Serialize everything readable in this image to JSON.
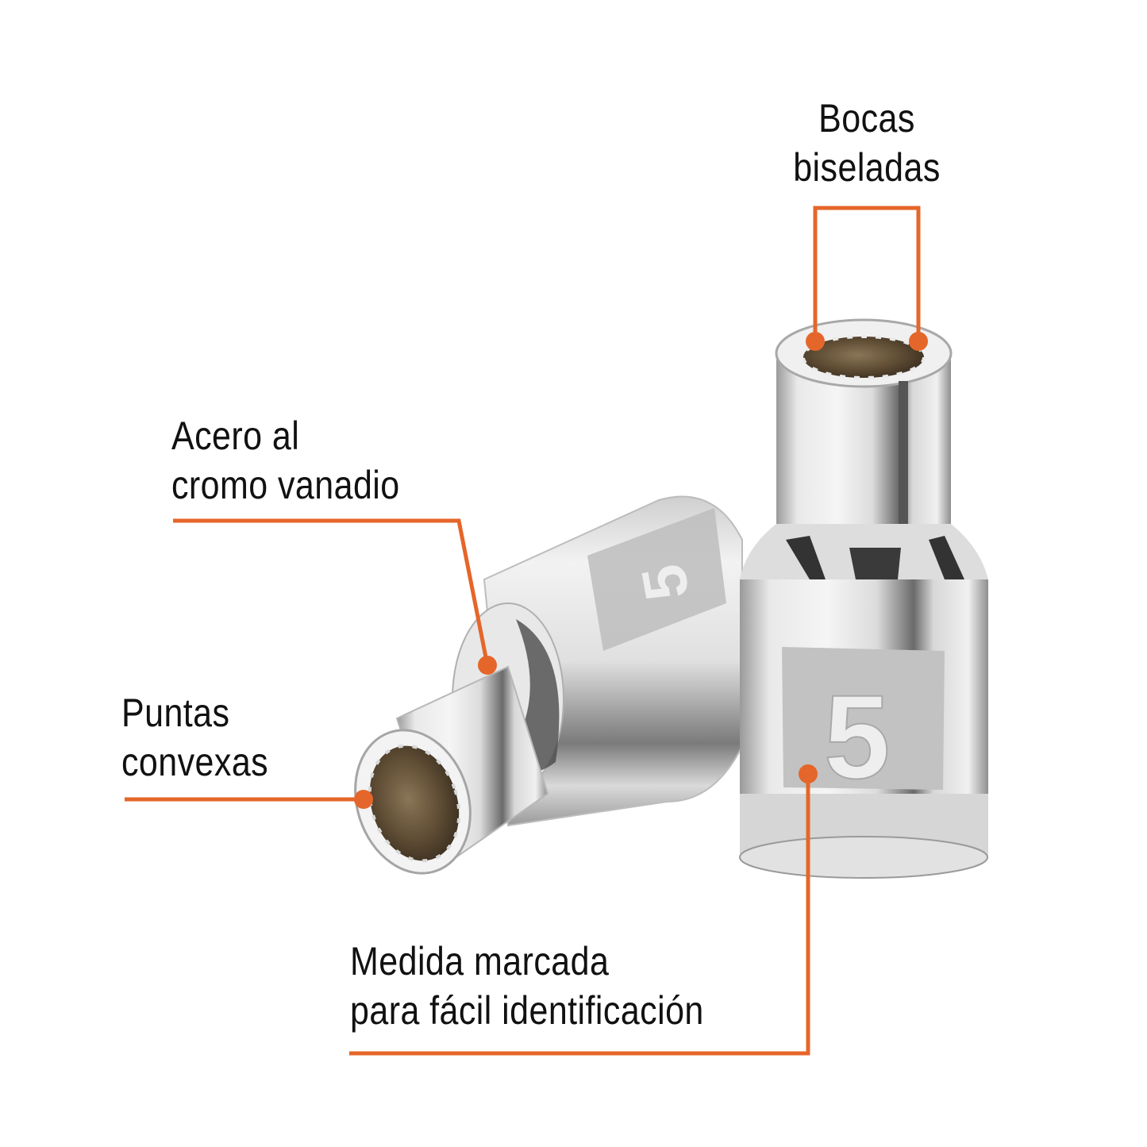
{
  "product": {
    "description": "Two chrome 12-point sockets marked size 5",
    "size_marking": "5"
  },
  "callouts": [
    {
      "id": "bocas-biseladas",
      "lines": [
        "Bocas",
        "biseladas"
      ]
    },
    {
      "id": "acero-cromo-vanadio",
      "lines": [
        "Acero al",
        "cromo vanadio"
      ]
    },
    {
      "id": "puntas-convexas",
      "lines": [
        "Puntas",
        "convexas"
      ]
    },
    {
      "id": "medida-marcada",
      "lines": [
        "Medida marcada",
        "para fácil identificación"
      ]
    }
  ],
  "colors": {
    "accent": "#E5662A",
    "text": "#111111",
    "chrome_light": "#E6E6E6",
    "chrome_dark": "#3A3A3A",
    "socket_interior": "#5E4C34",
    "label_band": "#BDBDBD",
    "background": "#FFFFFF"
  }
}
